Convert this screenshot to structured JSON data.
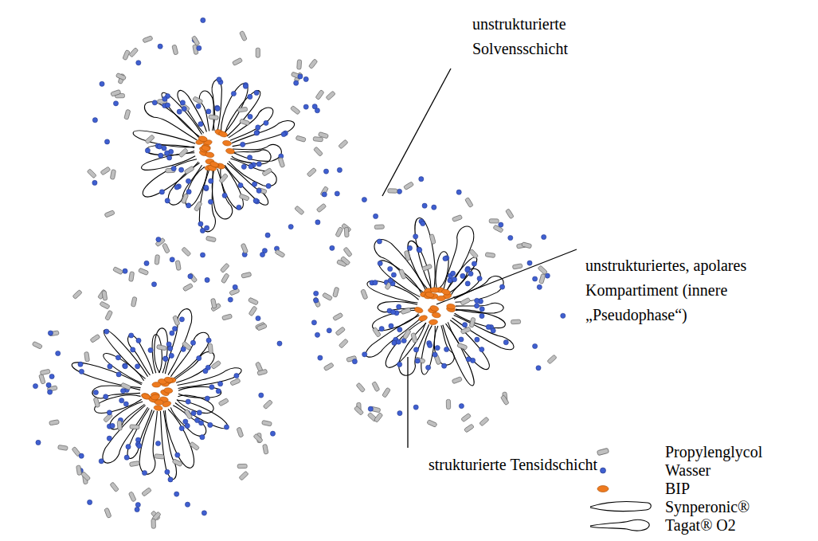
{
  "diagram": {
    "labels": [
      "unstrukturierte Solvensschicht",
      "unstrukturiertes, apolares Kompartiment (innere „Pseudophase“)",
      "strukturierte Tensidschicht"
    ],
    "legend": [
      {
        "text": "Propylenglycol",
        "color": "#bfbfbf"
      },
      {
        "text": "Wasser",
        "color": "#3f5fd0"
      },
      {
        "text": "BIP",
        "color": "#ee7a1f"
      },
      {
        "text": "Synperonic®"
      },
      {
        "text": "Tagat® O2"
      }
    ]
  }
}
